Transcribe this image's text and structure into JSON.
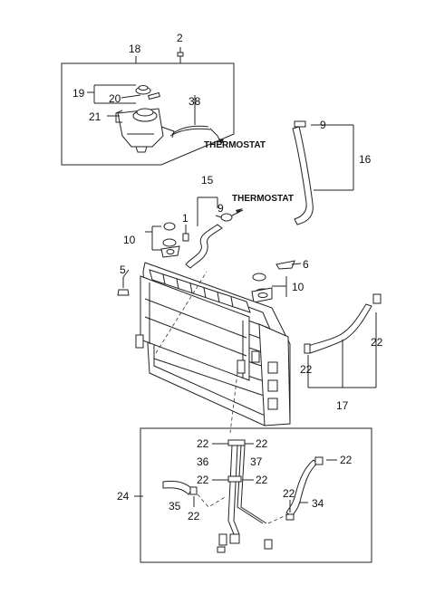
{
  "annotations": {
    "thermostat_top": "THERMOSTAT",
    "thermostat_mid": "THERMOSTAT"
  },
  "callouts": {
    "c2": "2",
    "c18": "18",
    "c19": "19",
    "c20": "20",
    "c38": "38",
    "c21": "21",
    "c9a": "9",
    "c16": "16",
    "c15": "15",
    "c9b": "9",
    "c1": "1",
    "c10a": "10",
    "c6": "6",
    "c5": "5",
    "c10b": "10",
    "c22a": "22",
    "c22b": "22",
    "c17": "17",
    "c22c": "22",
    "c22d": "22",
    "c36": "36",
    "c37": "37",
    "c22e": "22",
    "c22f": "22",
    "c22g": "22",
    "c24": "24",
    "c22h": "22",
    "c34": "34",
    "c35": "35",
    "c22i": "22"
  }
}
